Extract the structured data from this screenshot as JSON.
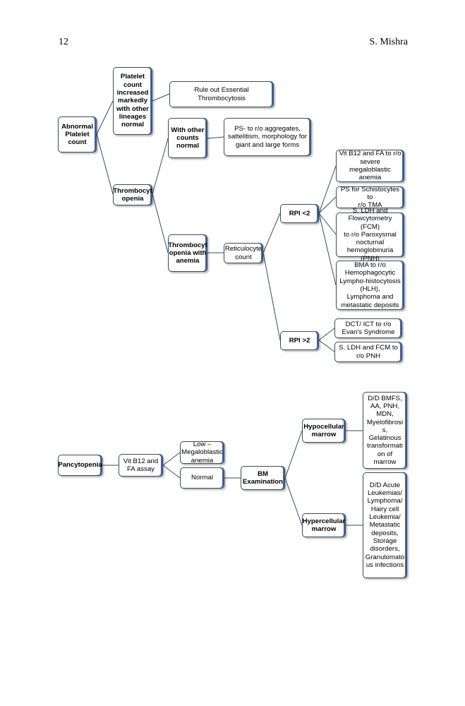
{
  "header": {
    "page_number": "12",
    "author": "S. Mishra"
  },
  "nodes": {
    "abnormal": "Abnormal\nPlatelet\ncount",
    "platelet_high": "Platelet\ncount\nincreased\nmarkedly\nwith other\nlineages\nnormal",
    "rule_out_et": "Rule out Essential\nThrombocytosis",
    "thrombocytopenia": "Thrombocyt\nopenia",
    "other_counts_normal": "With other\ncounts\nnormal",
    "ps_aggregates": "PS- to r/o aggregates,\nsattelitism, morphology for\ngiant and large forms",
    "thrombocytopenia_anemia": "Thrombocyt\nopenia with\nanemia",
    "reticulocyte": "Reticulocyte\ncount",
    "rpi_lt2": "RPI <2",
    "rpi_gt2": "RPI >2",
    "vitb12_fa_megaloblastic": "Vit B12 and FA to r/o\nsevere megaloblastic\nanemia",
    "ps_schistocytes": "PS for Schistocytes to\nr/o TMA",
    "ldh_fcm_pnh": "S. LDH and\nFlowcytometry (FCM)\nto r/o Paroxysmal\nnocturnal\nhemoglobinuria (PNH)",
    "bma_hlh": "BMA to r/o\nHemophagocytic\nLympho-histocytosis\n(HLH),\nLymphoma and\nmetastatic deposits",
    "dct_ict": "DCT/ ICT to r/o\nEvan's Syndrome",
    "ldh_fcm_pnh2": "S. LDH and FCM to\nr/o PNH",
    "pancytopenia": "Pancytopenia",
    "vitb12_fa_assay": "Vit B12 and\nFA assay",
    "low_megaloblastic": "Low –\nMegaloblastic\nanemia",
    "normal": "Normal",
    "bm_exam": "BM\nExamination",
    "hypocellular": "Hypocellular\nmarrow",
    "hypercellular": "Hypercellular\nmarrow",
    "dd_bmfs": "D/D BMFS,\nAA, PNH,\nMDN,\nMyelofibrosi\ns, Gelatinous\ntransformati\non of\nmarrow",
    "dd_acute": "D/D Acute\nLeukemias/\nLymphoma/\nHairy cell\nLeukemia/\nMetastatic\ndeposits,\nStorage\ndisorders,\nGranulomato\nus infections"
  },
  "colors": {
    "border": "#3e4a5c",
    "accent": "#3a66a8",
    "line": "#3e4a5c"
  }
}
